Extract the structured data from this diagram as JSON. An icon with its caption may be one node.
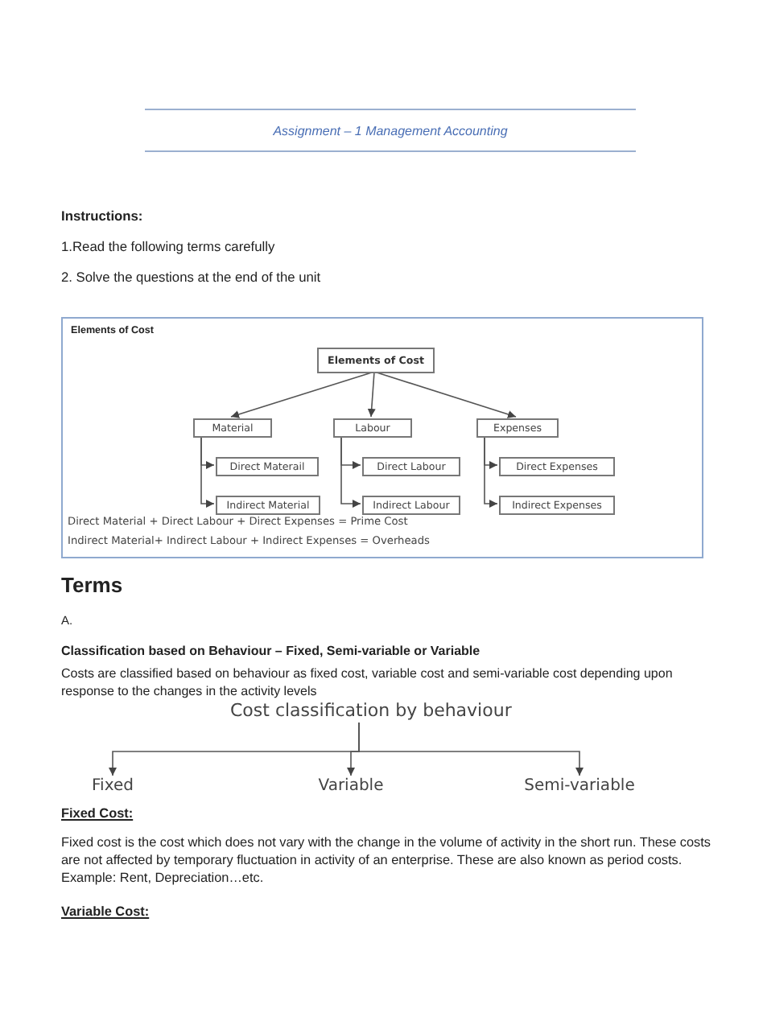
{
  "diagram": {
    "title": "Assignment – 1 Management Accounting",
    "nodes": [
      {
        "text": [
          "Elements of Cost",
          "Direct Material + Direct Labour + Direct Expenses = Prime Cost",
          "Indirect Material+ Indirect Labour + Indirect Expenses = Overheads"
        ]
      },
      {
        "text": [
          "Elements of Cost"
        ],
        "in": 0
      },
      {
        "text": [
          "Material"
        ],
        "in": 0
      },
      {
        "text": [
          "Labour"
        ],
        "in": 0
      },
      {
        "text": [
          "Expenses"
        ],
        "in": 0
      },
      {
        "text": [
          "Direct Materail"
        ],
        "in": 0
      },
      {
        "text": [
          "Indirect Material"
        ],
        "in": 0
      },
      {
        "text": [
          "Direct Labour"
        ],
        "in": 0
      },
      {
        "text": [
          "Indirect Labour"
        ],
        "in": 0
      },
      {
        "text": [
          "Direct Expenses"
        ],
        "in": 0
      },
      {
        "text": [
          "Indirect Expenses"
        ],
        "in": 0
      },
      {
        "text": [
          "Cost classification by behaviour"
        ]
      },
      {
        "text": [
          "Fixed"
        ]
      },
      {
        "text": [
          "Variable"
        ]
      },
      {
        "text": [
          "Semi-variable"
        ]
      }
    ],
    "edges": [
      {
        "from": 1,
        "to": 2,
        "arrow": "to"
      },
      {
        "from": 1,
        "to": 3,
        "arrow": "to"
      },
      {
        "from": 1,
        "to": 4,
        "arrow": "to"
      },
      {
        "from": 2,
        "to": 5,
        "arrow": "to"
      },
      {
        "from": 2,
        "to": 6,
        "arrow": "to"
      },
      {
        "from": 3,
        "to": 7,
        "arrow": "to"
      },
      {
        "from": 3,
        "to": 8,
        "arrow": "to"
      },
      {
        "from": 4,
        "to": 9,
        "arrow": "to"
      },
      {
        "from": 4,
        "to": 10,
        "arrow": "to"
      },
      {
        "from": 11,
        "to": 12,
        "arrow": "to"
      },
      {
        "from": 11,
        "to": 13,
        "arrow": "to"
      },
      {
        "from": 11,
        "to": 14,
        "arrow": "to"
      }
    ],
    "labels": [
      "Instructions:",
      "1.Read the following terms carefully",
      "2. Solve the questions at the end of the unit",
      "Terms",
      "A.",
      "Classification based on Behaviour – Fixed, Semi-variable or Variable",
      "Costs are classified based on behaviour as fixed cost, variable cost and semi-variable cost depending upon response to the changes in the activity levels",
      "Fixed Cost:",
      "Fixed cost is the cost which does not vary with the change in the volume of activity in the short run. These costs are not affected by temporary fluctuation in activity of an enterprise. These are also known as period costs. Example: Rent, Depreciation…etc.",
      "Variable Cost:"
    ]
  }
}
